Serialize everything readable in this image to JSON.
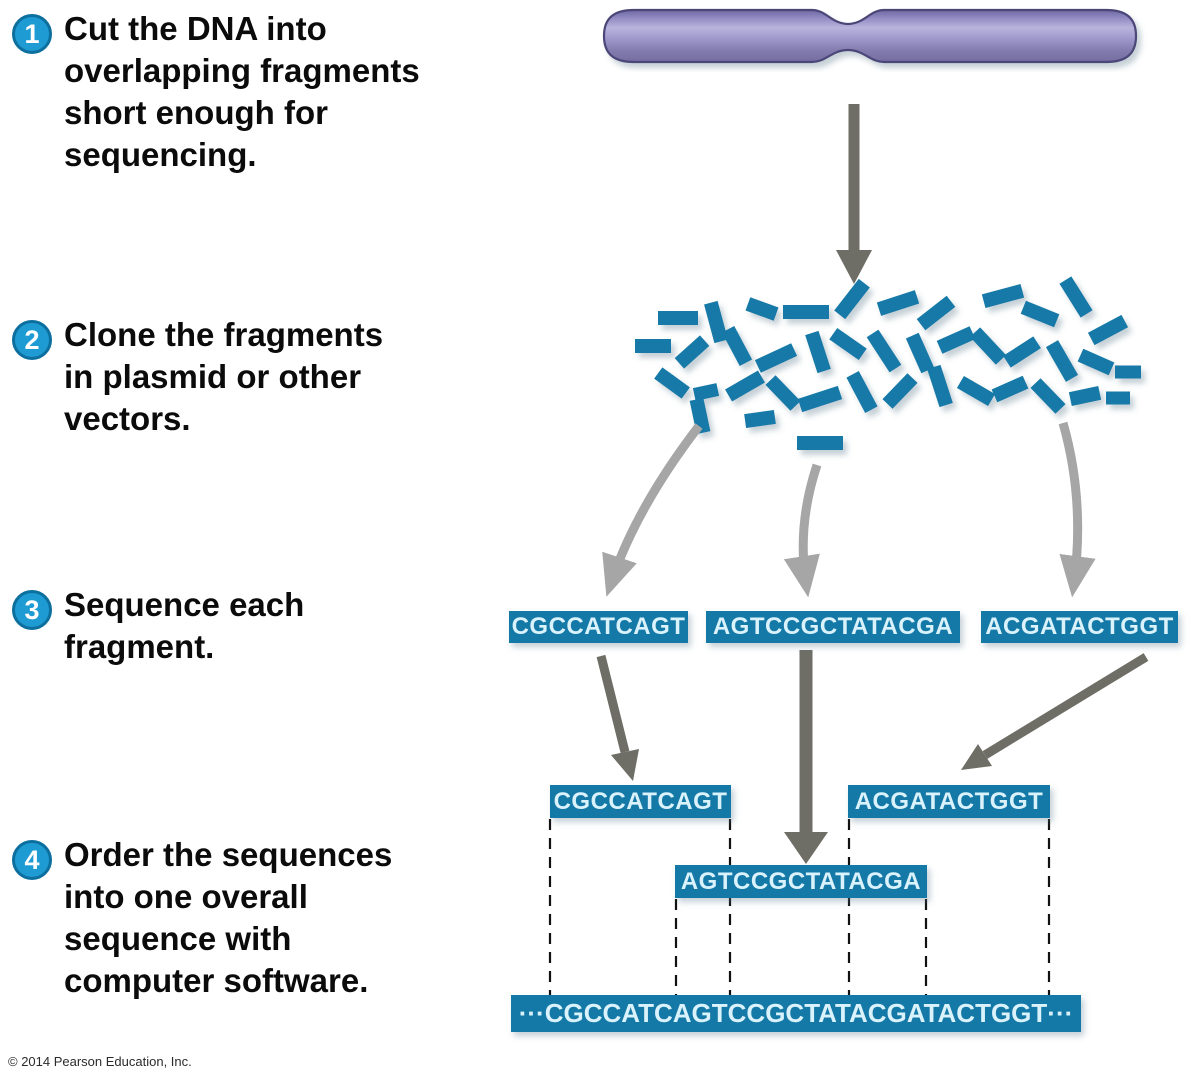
{
  "steps": [
    {
      "number": "1",
      "text": "Cut the DNA into overlapping fragments short enough for sequencing.",
      "lines": [
        "Cut the DNA into",
        "overlapping fragments",
        "short enough for",
        "sequencing."
      ]
    },
    {
      "number": "2",
      "text": "Clone the fragments in plasmid or other vectors.",
      "lines": [
        "Clone the fragments",
        "in plasmid or other",
        "vectors."
      ]
    },
    {
      "number": "3",
      "text": "Sequence each fragment.",
      "lines": [
        "Sequence each",
        "fragment."
      ]
    },
    {
      "number": "4",
      "text": "Order the sequences into one overall sequence with computer software.",
      "lines": [
        "Order the sequences",
        "into one overall",
        "sequence with",
        "computer software."
      ]
    }
  ],
  "sequences": {
    "fragment1": "CGCCATCAGT",
    "fragment2": "AGTCCGCTATACGA",
    "fragment3": "ACGATACTGGT",
    "aligned_fragment1": "CGCCATCAGT",
    "aligned_fragment2": "AGTCCGCTATACGA",
    "aligned_fragment3": "ACGATACTGGT",
    "assembled": "···CGCCATCAGTCCGCTATACGATACTGGT···"
  },
  "copyright": "© 2014 Pearson Education, Inc.",
  "colors": {
    "teal": "#1579a7",
    "step_circle_fill": "#1e9bd3",
    "step_circle_edge": "#0d6f9e",
    "dark_arrow": "#6e6e66",
    "light_arrow": "#a6a6a6",
    "chromosome_mid": "#8e88c0",
    "chromosome_highlight": "#b9b4dc",
    "chromosome_edge": "#4c4679",
    "box_text": "#d9f2fb",
    "dashed_line": "#111111"
  },
  "fragments_scatter": [
    [
      678,
      318,
      0,
      40
    ],
    [
      716,
      322,
      75,
      40
    ],
    [
      762,
      309,
      20,
      30
    ],
    [
      806,
      312,
      0,
      46
    ],
    [
      852,
      299,
      -52,
      40
    ],
    [
      898,
      303,
      -18,
      40
    ],
    [
      936,
      313,
      -38,
      38
    ],
    [
      1003,
      296,
      -15,
      40
    ],
    [
      1040,
      314,
      22,
      36
    ],
    [
      1076,
      297,
      58,
      40
    ],
    [
      1108,
      330,
      -28,
      38
    ],
    [
      653,
      346,
      0,
      36
    ],
    [
      692,
      352,
      -42,
      34
    ],
    [
      737,
      346,
      62,
      38
    ],
    [
      776,
      358,
      -25,
      40
    ],
    [
      818,
      352,
      72,
      40
    ],
    [
      848,
      344,
      35,
      36
    ],
    [
      884,
      351,
      57,
      42
    ],
    [
      920,
      353,
      66,
      38
    ],
    [
      956,
      340,
      -24,
      36
    ],
    [
      988,
      346,
      47,
      38
    ],
    [
      1022,
      352,
      -33,
      36
    ],
    [
      1062,
      361,
      60,
      40
    ],
    [
      1096,
      362,
      24,
      34
    ],
    [
      1128,
      372,
      0,
      26
    ],
    [
      672,
      383,
      36,
      34
    ],
    [
      706,
      392,
      -12,
      24
    ],
    [
      745,
      386,
      -30,
      38
    ],
    [
      783,
      393,
      46,
      36
    ],
    [
      820,
      399,
      -18,
      42
    ],
    [
      862,
      392,
      62,
      40
    ],
    [
      900,
      391,
      -46,
      36
    ],
    [
      940,
      386,
      72,
      40
    ],
    [
      976,
      391,
      30,
      36
    ],
    [
      1010,
      389,
      -24,
      34
    ],
    [
      1048,
      396,
      46,
      36
    ],
    [
      1085,
      396,
      -12,
      30
    ],
    [
      700,
      416,
      78,
      34
    ],
    [
      760,
      419,
      -8,
      30
    ],
    [
      1118,
      398,
      0,
      24
    ],
    [
      820,
      443,
      0,
      46
    ]
  ]
}
